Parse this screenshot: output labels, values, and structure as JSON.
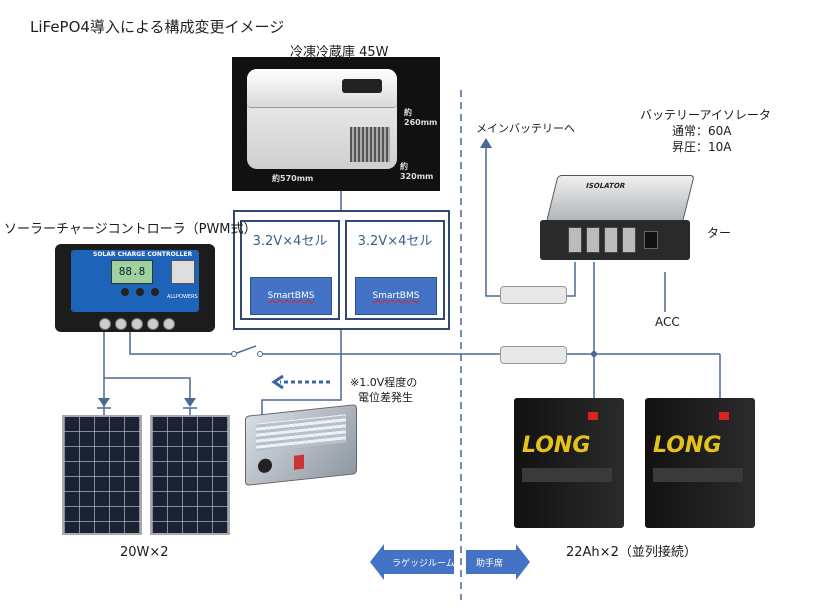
{
  "title": "LiFePO4導入による構成変更イメージ",
  "fridge": {
    "label": "冷凍冷蔵庫 45W",
    "dim_depth": "約570mm",
    "dim_height": "約260mm",
    "dim_width": "約320mm"
  },
  "cells": [
    {
      "label": "3.2V×4セル",
      "bms": "SmartBMS"
    },
    {
      "label": "3.2V×4セル",
      "bms": "SmartBMS"
    }
  ],
  "controller": {
    "label": "ソーラーチャージコントローラ（PWM式）",
    "panel_text": "SOLAR CHARGE CONTROLLER",
    "lcd": "88.8",
    "brand": "ALLPOWERS"
  },
  "solar": {
    "label": "20W×2"
  },
  "note": {
    "line1": "※1.0V程度の",
    "line2": "電位差発生"
  },
  "isolator": {
    "title": "バッテリーアイソレータ",
    "normal": "通常：60A",
    "boost": "昇圧：10A",
    "side_label": "ター",
    "acc_label": "ACC",
    "device_text": "ISOLATOR"
  },
  "main_battery_label": "メインバッテリーへ",
  "batteries": {
    "label": "22Ah×2（並列接続）",
    "brand": "LONG"
  },
  "nav": {
    "left": "ラゲッジルーム",
    "right": "助手席"
  },
  "colors": {
    "wire": "#4a6a94",
    "accent": "#4472c4",
    "dashed_arrow": "#3a63a8"
  }
}
